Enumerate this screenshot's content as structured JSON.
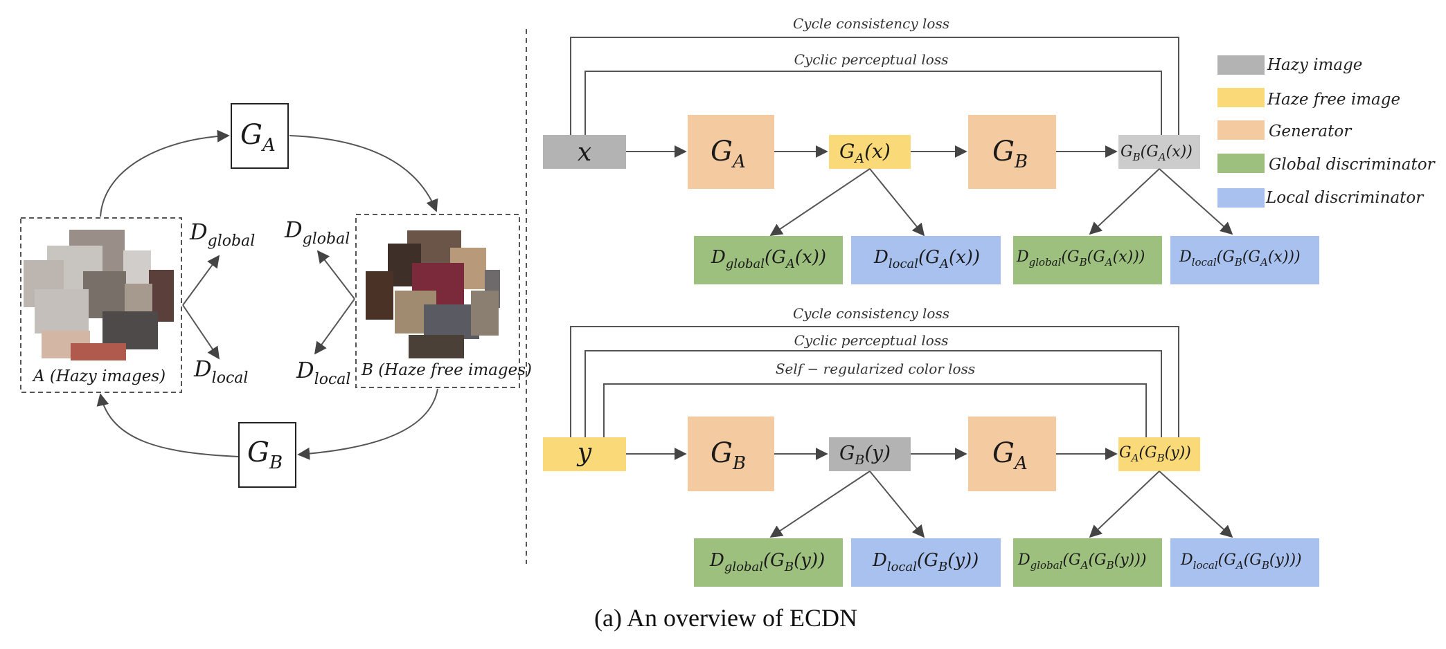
{
  "caption": "(a) An overview of ECDN",
  "colors": {
    "hazy": "#b3b3b3",
    "haze_free": "#fada78",
    "generator": "#f4caa1",
    "global_disc": "#9dc07e",
    "local_disc": "#a9c1ee"
  },
  "legend": [
    {
      "label": "Hazy image",
      "color_key": "hazy"
    },
    {
      "label": "Haze free image",
      "color_key": "haze_free"
    },
    {
      "label": "Generator",
      "color_key": "generator"
    },
    {
      "label": "Global discriminator",
      "color_key": "global_disc"
    },
    {
      "label": "Local discriminator",
      "color_key": "local_disc"
    }
  ],
  "left": {
    "ga": {
      "base": "G",
      "sub": "A"
    },
    "gb": {
      "base": "G",
      "sub": "B"
    },
    "d_global_a": {
      "base": "D",
      "sub": "global"
    },
    "d_local_a": {
      "base": "D",
      "sub": "local"
    },
    "d_global_b": {
      "base": "D",
      "sub": "global"
    },
    "d_local_b": {
      "base": "D",
      "sub": "local"
    },
    "set_a_label": "A (Hazy images)",
    "set_b_label": "B (Haze free images)"
  },
  "top_row": {
    "loss_outer": "Cycle consistency loss",
    "loss_inner": "Cyclic perceptual loss",
    "input": "x",
    "gen1": {
      "base": "G",
      "sub": "A"
    },
    "mid": {
      "base": "G",
      "sub": "A",
      "arg": "(x)"
    },
    "gen2": {
      "base": "G",
      "sub": "B"
    },
    "out": {
      "base": "G",
      "sub": "B",
      "arg": "(G",
      "sub2": "A",
      "arg2": "(x))"
    },
    "d1": {
      "base": "D",
      "sub": "global",
      "pre": "(G",
      "sub2": "A",
      "post": "(x))"
    },
    "d2": {
      "base": "D",
      "sub": "local",
      "pre": "(G",
      "sub2": "A",
      "post": "(x))"
    },
    "d3": {
      "base": "D",
      "sub": "global",
      "pre": "(G",
      "sub2": "B",
      "mid": "(G",
      "sub3": "A",
      "post": "(x)))"
    },
    "d4": {
      "base": "D",
      "sub": "local",
      "pre": "(G",
      "sub2": "B",
      "mid": "(G",
      "sub3": "A",
      "post": "(x)))"
    }
  },
  "bottom_row": {
    "loss_outer": "Cycle consistency loss",
    "loss_mid": "Cyclic perceptual loss",
    "loss_inner": "Self − regularized color loss",
    "input": "y",
    "gen1": {
      "base": "G",
      "sub": "B"
    },
    "mid": {
      "base": "G",
      "sub": "B",
      "arg": "(y)"
    },
    "gen2": {
      "base": "G",
      "sub": "A"
    },
    "out": {
      "base": "G",
      "sub": "A",
      "arg": "(G",
      "sub2": "B",
      "arg2": "(y))"
    },
    "d1": {
      "base": "D",
      "sub": "global",
      "pre": "(G",
      "sub2": "B",
      "post": "(y))"
    },
    "d2": {
      "base": "D",
      "sub": "local",
      "pre": "(G",
      "sub2": "B",
      "post": "(y))"
    },
    "d3": {
      "base": "D",
      "sub": "global",
      "pre": "(G",
      "sub2": "A",
      "mid": "(G",
      "sub3": "B",
      "post": "(y)))"
    },
    "d4": {
      "base": "D",
      "sub": "local",
      "pre": "(G",
      "sub2": "A",
      "mid": "(G",
      "sub3": "B",
      "post": "(y)))"
    }
  }
}
